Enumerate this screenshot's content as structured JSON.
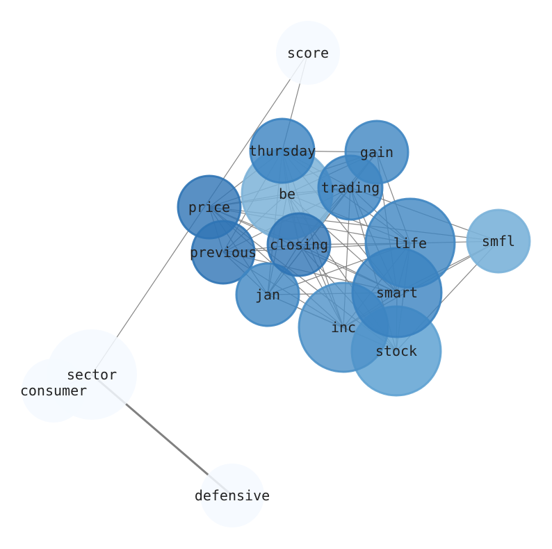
{
  "graph": {
    "nodes": [
      {
        "id": "score",
        "label": "score",
        "color": "#f4f9ff",
        "opacity": 0.85
      },
      {
        "id": "thursday",
        "label": "thursday",
        "color": "#3a82c0",
        "opacity": 0.8
      },
      {
        "id": "gain",
        "label": "gain",
        "color": "#3f86c2",
        "opacity": 0.8
      },
      {
        "id": "be",
        "label": "be",
        "color": "#7db3d8",
        "opacity": 0.85
      },
      {
        "id": "trading",
        "label": "trading",
        "color": "#3a82c0",
        "opacity": 0.8
      },
      {
        "id": "price",
        "label": "price",
        "color": "#2f74b5",
        "opacity": 0.8
      },
      {
        "id": "smfl",
        "label": "smfl",
        "color": "#7bb3d9",
        "opacity": 0.9
      },
      {
        "id": "life",
        "label": "life",
        "color": "#3f86c2",
        "opacity": 0.8
      },
      {
        "id": "closing",
        "label": "closing",
        "color": "#2f74b5",
        "opacity": 0.8
      },
      {
        "id": "previous",
        "label": "previous",
        "color": "#2f74b5",
        "opacity": 0.8
      },
      {
        "id": "smart",
        "label": "smart",
        "color": "#3a82c0",
        "opacity": 0.8
      },
      {
        "id": "jan",
        "label": "jan",
        "color": "#3f86c2",
        "opacity": 0.8
      },
      {
        "id": "inc",
        "label": "inc",
        "color": "#4d91c8",
        "opacity": 0.8
      },
      {
        "id": "stock",
        "label": "stock",
        "color": "#5fa2d2",
        "opacity": 0.85
      },
      {
        "id": "sector",
        "label": "sector",
        "color": "#f4f9ff",
        "opacity": 0.85
      },
      {
        "id": "consumer",
        "label": "consumer",
        "color": "#f4f9ff",
        "opacity": 0.85
      },
      {
        "id": "defensive",
        "label": "defensive",
        "color": "#f4f9ff",
        "opacity": 0.85
      }
    ],
    "edges": [
      [
        "score",
        "thursday"
      ],
      [
        "score",
        "sector"
      ],
      [
        "thursday",
        "gain"
      ],
      [
        "thursday",
        "be"
      ],
      [
        "thursday",
        "trading"
      ],
      [
        "thursday",
        "price"
      ],
      [
        "thursday",
        "closing"
      ],
      [
        "thursday",
        "previous"
      ],
      [
        "thursday",
        "jan"
      ],
      [
        "thursday",
        "inc"
      ],
      [
        "thursday",
        "life"
      ],
      [
        "thursday",
        "smart"
      ],
      [
        "gain",
        "trading"
      ],
      [
        "gain",
        "be"
      ],
      [
        "gain",
        "life"
      ],
      [
        "gain",
        "smart"
      ],
      [
        "gain",
        "closing"
      ],
      [
        "gain",
        "price"
      ],
      [
        "gain",
        "jan"
      ],
      [
        "be",
        "trading"
      ],
      [
        "be",
        "price"
      ],
      [
        "be",
        "closing"
      ],
      [
        "be",
        "previous"
      ],
      [
        "be",
        "jan"
      ],
      [
        "be",
        "inc"
      ],
      [
        "be",
        "stock"
      ],
      [
        "be",
        "life"
      ],
      [
        "be",
        "smart"
      ],
      [
        "trading",
        "price"
      ],
      [
        "trading",
        "life"
      ],
      [
        "trading",
        "smart"
      ],
      [
        "trading",
        "closing"
      ],
      [
        "trading",
        "jan"
      ],
      [
        "trading",
        "inc"
      ],
      [
        "trading",
        "smfl"
      ],
      [
        "trading",
        "stock"
      ],
      [
        "trading",
        "previous"
      ],
      [
        "price",
        "previous"
      ],
      [
        "price",
        "closing"
      ],
      [
        "price",
        "jan"
      ],
      [
        "price",
        "inc"
      ],
      [
        "price",
        "life"
      ],
      [
        "price",
        "smart"
      ],
      [
        "price",
        "stock"
      ],
      [
        "price",
        "smfl"
      ],
      [
        "closing",
        "previous"
      ],
      [
        "closing",
        "jan"
      ],
      [
        "closing",
        "life"
      ],
      [
        "closing",
        "smart"
      ],
      [
        "closing",
        "inc"
      ],
      [
        "closing",
        "stock"
      ],
      [
        "previous",
        "jan"
      ],
      [
        "previous",
        "life"
      ],
      [
        "previous",
        "inc"
      ],
      [
        "previous",
        "smart"
      ],
      [
        "jan",
        "inc"
      ],
      [
        "jan",
        "smart"
      ],
      [
        "jan",
        "life"
      ],
      [
        "jan",
        "stock"
      ],
      [
        "life",
        "smart"
      ],
      [
        "life",
        "smfl"
      ],
      [
        "life",
        "inc"
      ],
      [
        "life",
        "stock"
      ],
      [
        "smart",
        "smfl"
      ],
      [
        "smart",
        "inc"
      ],
      [
        "smart",
        "stock"
      ],
      [
        "smfl",
        "stock"
      ],
      [
        "smfl",
        "inc"
      ],
      [
        "inc",
        "stock"
      ],
      [
        "sector",
        "consumer"
      ],
      [
        "sector",
        "defensive"
      ]
    ]
  }
}
